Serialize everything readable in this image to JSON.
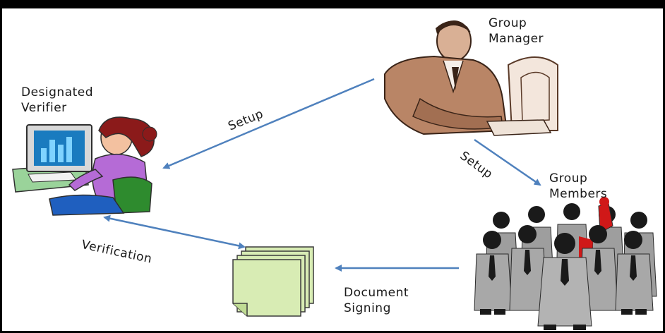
{
  "nodes": {
    "group_manager": {
      "line1": "Group",
      "line2": "Manager"
    },
    "designated_verifier": {
      "line1": "Designated",
      "line2": "Verifier"
    },
    "group_members": {
      "line1": "Group",
      "line2": "Members"
    }
  },
  "edges": {
    "setup_to_verifier": "Setup",
    "setup_to_members": "Setup",
    "verification": "Verification",
    "document_signing": {
      "line1": "Document",
      "line2": "Signing"
    }
  },
  "colors": {
    "arrow": "#4f81bd",
    "document": "#d8ecb4",
    "manager_skin": "#b98566",
    "verifier_shirt": "#b56bd6",
    "members_suit": "#9e9e9e",
    "members_accent": "#d01818"
  }
}
